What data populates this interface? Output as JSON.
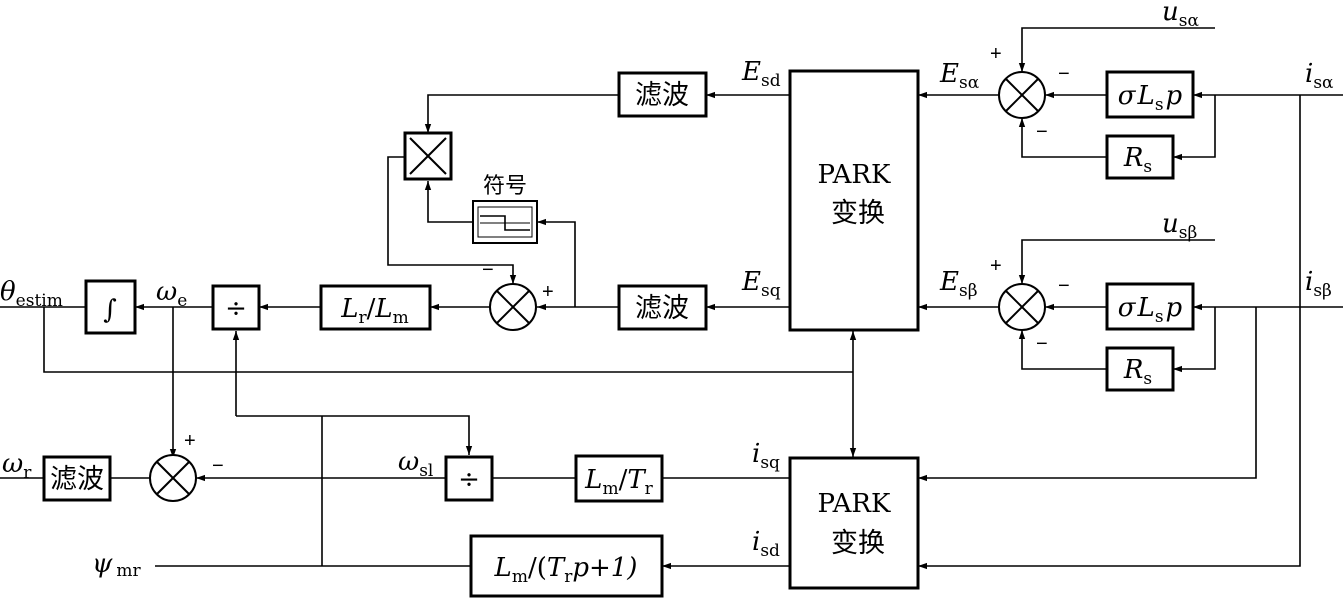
{
  "blocks": {
    "filter_label": "滤波",
    "sign_label": "符号",
    "park_line1": "PARK",
    "park_line2": "变换",
    "integrator": "∫",
    "divide": "÷",
    "sigma": "σ",
    "L": "L",
    "s_sub": "s",
    "p": "p",
    "R": "R",
    "r_sub": "r",
    "m_sub": "m",
    "slash": "/",
    "T": "T",
    "lparen": "/(",
    "p_plus_1": "p+1)"
  },
  "signals": {
    "u_sym": "u",
    "u_alpha_sub": "sα",
    "u_beta_sub": "sβ",
    "i_sym": "i",
    "i_alpha_sub": "sα",
    "i_beta_sub": "sβ",
    "E_sym": "E",
    "E_alpha_sub": "sα",
    "E_beta_sub": "sβ",
    "Esd_sub": "sd",
    "Esq_sub": "sq",
    "theta_sym": "θ",
    "theta_sub": "estim",
    "omega_sym": "ω",
    "omega_e_sub": "e",
    "omega_r_sub": "r",
    "omega_sl_sub": "sl",
    "isq_sub": "sq",
    "isd_sub": "sd",
    "psi_sym": "ψ",
    "psi_sub": "mr"
  },
  "signs": {
    "plus": "+",
    "minus": "−"
  }
}
